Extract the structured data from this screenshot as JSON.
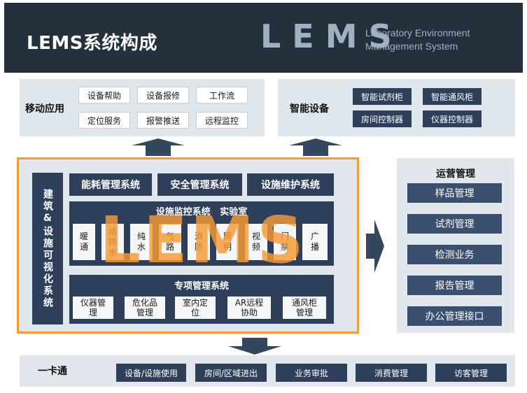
{
  "header": {
    "title": "LEMS系统构成",
    "logo_text": "LEMS",
    "logo_subtitle_1": "Laboratory Environment",
    "logo_subtitle_2": "Management System"
  },
  "mobile": {
    "label": "移动应用",
    "items": [
      "设备帮助",
      "设备报修",
      "工作流",
      "定位服务",
      "报警推送",
      "远程监控"
    ]
  },
  "smart_devices": {
    "label": "智能设备",
    "items": [
      "智能试剂柜",
      "智能通风柜",
      "房间控制器",
      "仪器控制器"
    ]
  },
  "core": {
    "building_bar": "建筑&设施可视化系统",
    "top_systems": [
      "能耗管理系统",
      "安全管理系统",
      "设施维护系统"
    ],
    "monitor_title": "设施监控系统",
    "lab_title": "实验室",
    "monitor_items": [
      "暖\n通",
      "给\n排\n水",
      "纯\n水",
      "气\n路",
      "消\n防",
      "照\n明",
      "视\n频",
      "门\n禁",
      "广\n播"
    ],
    "special_title": "专项管理系统",
    "special_items": [
      "仪器管\n理",
      "危化品\n管理",
      "室内定\n位",
      "AR远程\n协助",
      "通风柜\n管理"
    ],
    "watermark": "LEMS"
  },
  "operations": {
    "title": "运营管理",
    "items": [
      "样品管理",
      "试剂管理",
      "检测业务",
      "报告管理",
      "办公管理接口"
    ]
  },
  "card": {
    "label": "一卡通",
    "items": [
      "设备/设施使用",
      "房间/区域进出",
      "业务审批",
      "消费管理",
      "访客管理"
    ]
  },
  "colors": {
    "header_bg": "#25303d",
    "navy": "#2e3f5a",
    "accent_orange": "#f59a34",
    "panel_gray": "#e1e7ed",
    "arrow_blue": "#33475f"
  }
}
